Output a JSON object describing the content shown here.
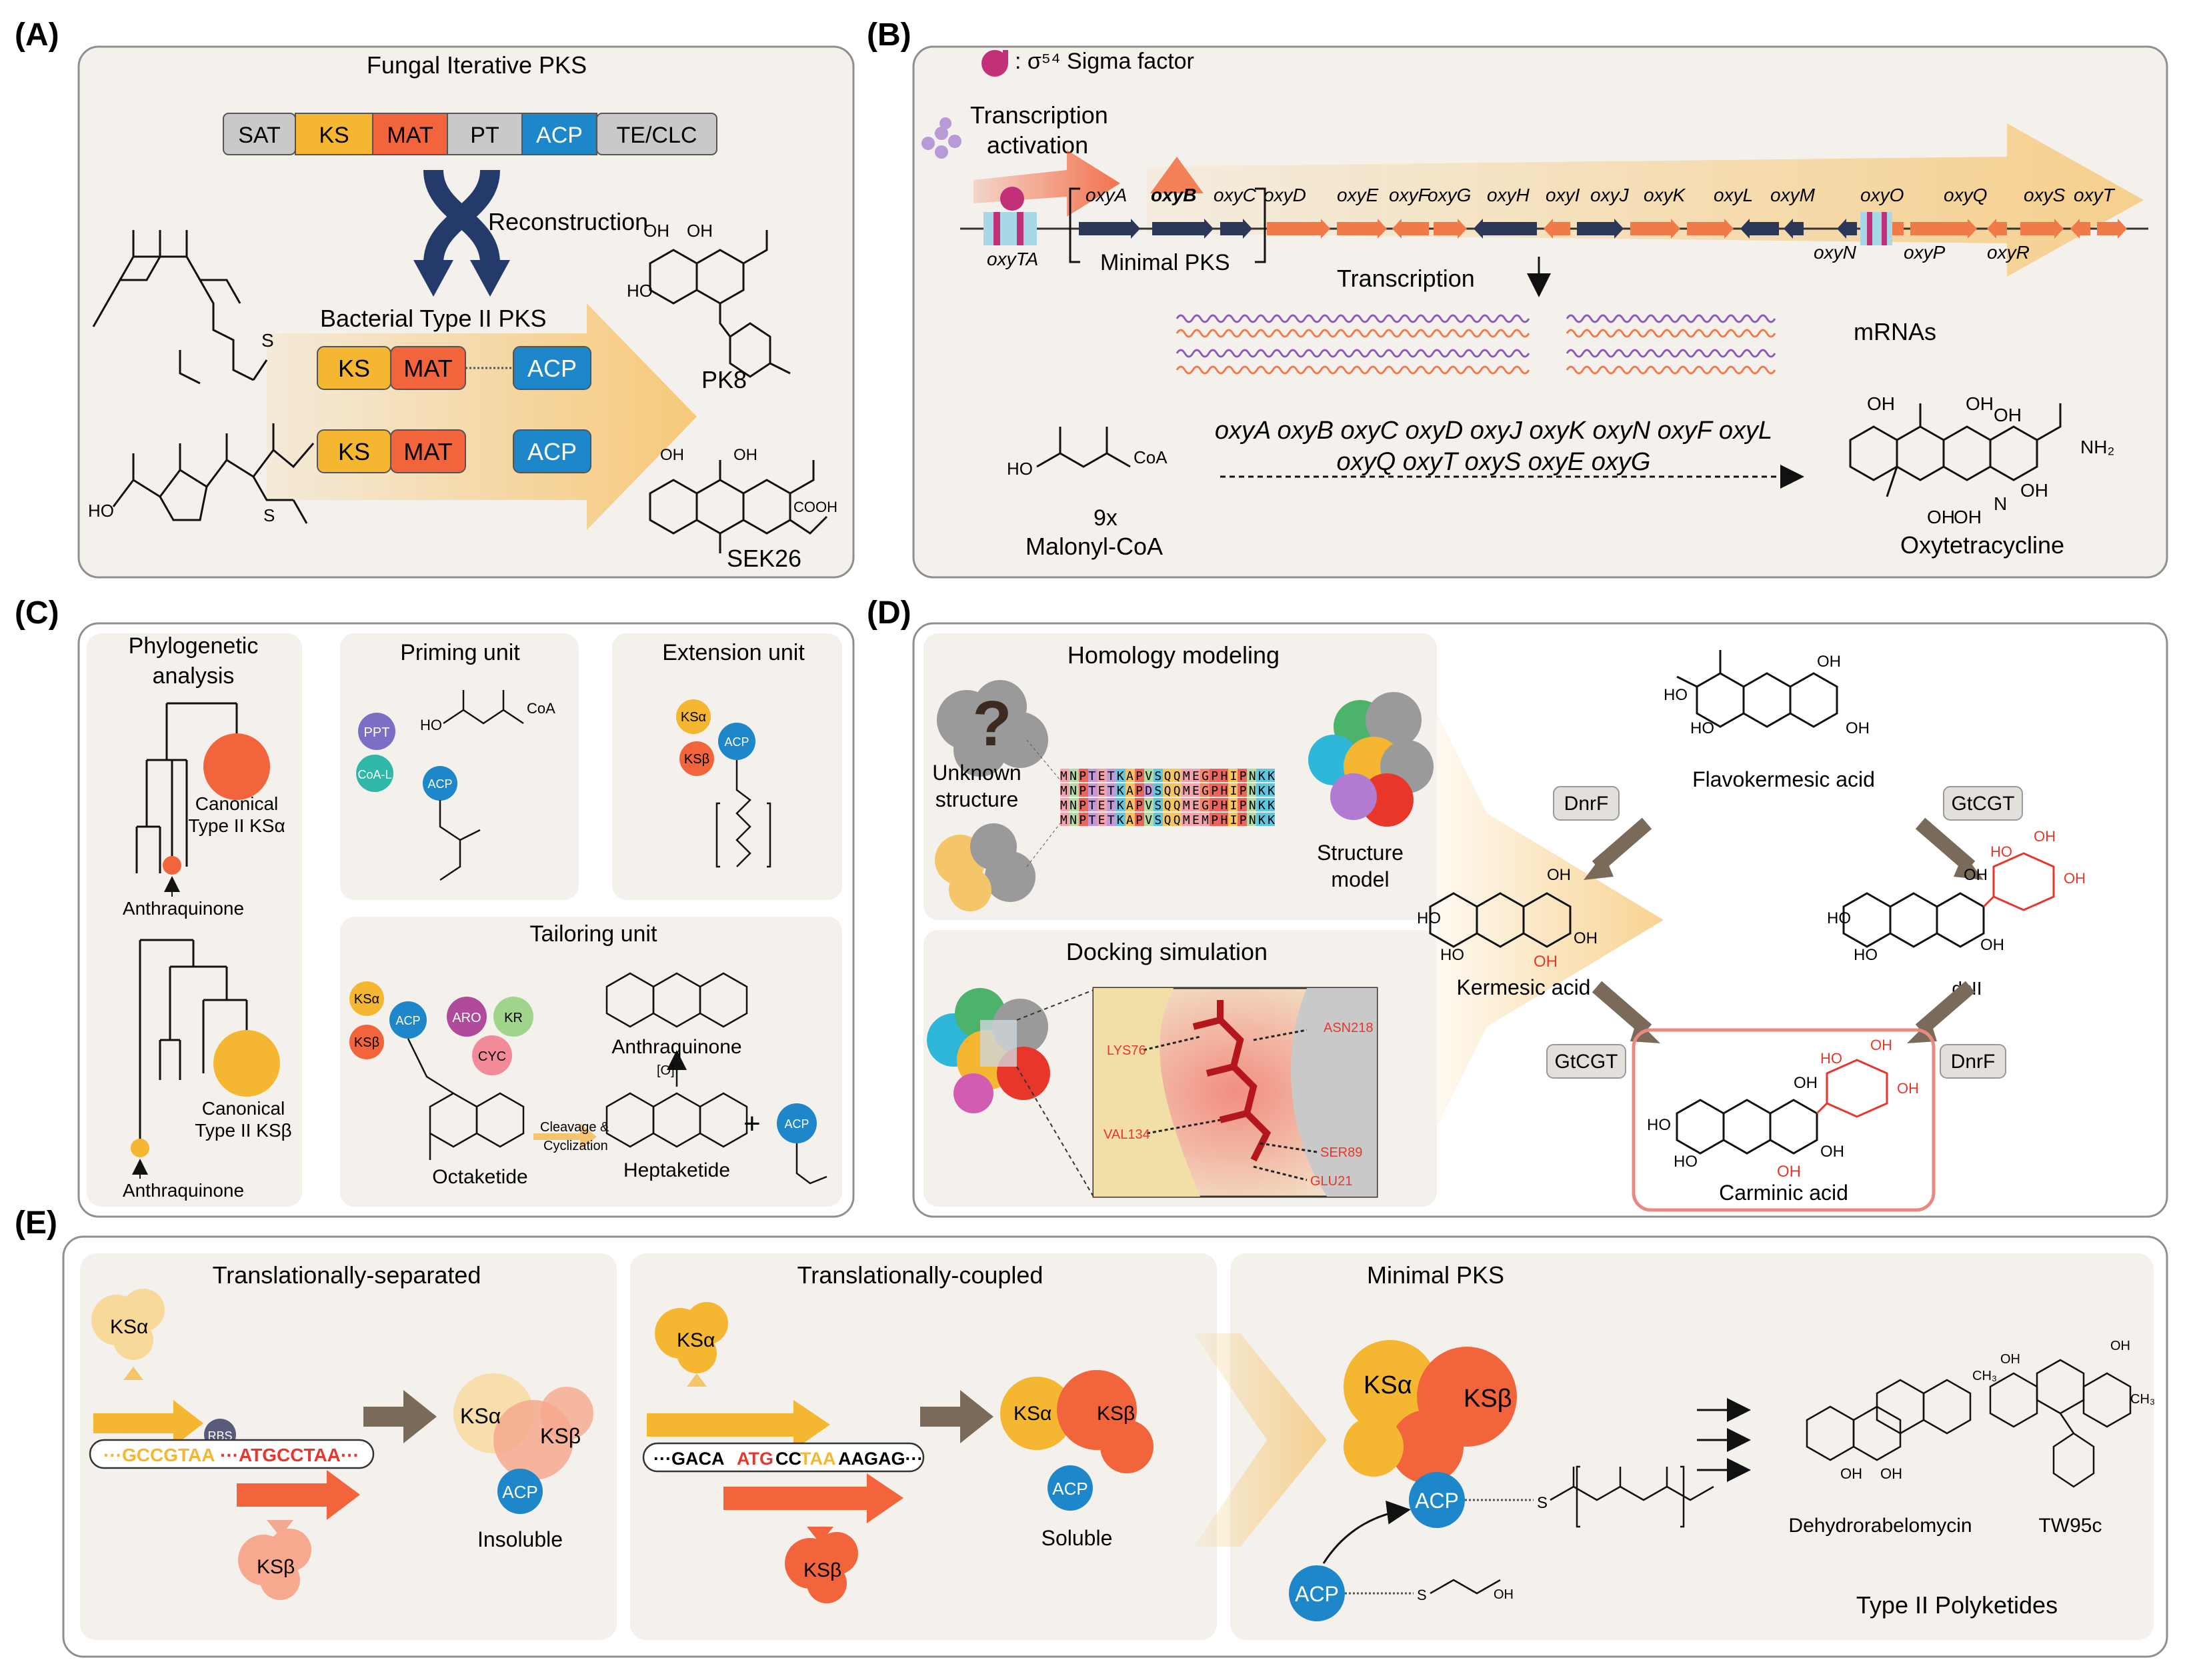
{
  "colors": {
    "panel_bg": "#f4f1ec",
    "panel_border": "#8f8f8f",
    "ks": "#f5b731",
    "mat": "#f2643c",
    "acp": "#1d87c9",
    "gray_domain": "#c9c9c9",
    "navy": "#233a6b",
    "orange_arrow": "#f6c46d",
    "red": "#e8362a",
    "gene_orange": "#f07a4a",
    "gene_navy": "#2b3658",
    "brown_arrow": "#7a6a5a",
    "purple": "#8a5bb8"
  },
  "panelA": {
    "letter": "(A)",
    "title": "Fungal Iterative PKS",
    "domains": [
      "SAT",
      "KS",
      "MAT",
      "PT",
      "ACP",
      "TE/CLC"
    ],
    "reconstruction": "Reconstruction",
    "bacterial": "Bacterial Type II PKS",
    "row1": [
      "KS",
      "MAT",
      "ACP"
    ],
    "row2": [
      "KS",
      "MAT",
      "ACP"
    ],
    "pk8": "PK8",
    "sek26": "SEK26",
    "cooh": "COOH",
    "oh": "OH",
    "ho": "HO",
    "s": "S"
  },
  "panelB": {
    "letter": "(B)",
    "sigma_legend": ": σ⁵⁴ Sigma factor",
    "transcription_activation_1": "Transcription",
    "transcription_activation_2": "activation",
    "genes_top": [
      "oxyA",
      "oxyB",
      "oxyC",
      "oxyD",
      "oxyE",
      "oxyF",
      "oxyG",
      "oxyH",
      "oxyI",
      "oxyJ",
      "oxyK",
      "oxyL",
      "oxyM",
      "oxyO",
      "oxyQ",
      "oxyS",
      "oxyT"
    ],
    "genes_bottom": [
      "oxyTA",
      "oxyN",
      "oxyP",
      "oxyR"
    ],
    "minimal_pks": "Minimal PKS",
    "transcription": "Transcription",
    "mrnas": "mRNAs",
    "gene_list_1": "oxyA oxyB oxyC oxyD oxyJ oxyK oxyN oxyF oxyL",
    "gene_list_2": "oxyQ oxyT oxyS oxyE oxyG",
    "substrate_count": "9x",
    "substrate": "Malonyl-CoA",
    "product": "Oxytetracycline",
    "coa": "CoA",
    "ho": "HO",
    "nh2": "NH₂",
    "oh": "OH",
    "h": "H",
    "n": "N"
  },
  "panelC": {
    "letter": "(C)",
    "phylo_title_1": "Phylogenetic",
    "phylo_title_2": "analysis",
    "canonical_a_1": "Canonical",
    "canonical_a_2": "Type II KSα",
    "canonical_b_1": "Canonical",
    "canonical_b_2": "Type II KSβ",
    "anthraquinone": "Anthraquinone",
    "priming": "Priming unit",
    "extension": "Extension unit",
    "tailoring": "Tailoring unit",
    "ppt": "PPT",
    "coal": "CoA-L",
    "acp": "ACP",
    "ksa": "KSα",
    "ksb": "KSβ",
    "aro": "ARO",
    "kr": "KR",
    "cyc": "CYC",
    "octaketide": "Octaketide",
    "heptaketide": "Heptaketide",
    "cleavage_1": "Cleavage &",
    "cleavage_2": "Cyclization",
    "anthraquinone_product": "Anthraquinone",
    "o_bracket": "[O]",
    "plus": "+",
    "ho": "HO",
    "s_coa": "CoA"
  },
  "panelD": {
    "letter": "(D)",
    "homology": "Homology modeling",
    "unknown_1": "Unknown",
    "unknown_2": "structure",
    "structure_model_1": "Structure",
    "structure_model_2": "model",
    "sequence_rows": [
      "MNPTETKAPVSQQMEGPHIPNKK",
      "MNPTETKAPDSQQMEGPHIPNKK",
      "MNPTETKAPVSQQMEGPHIPNKK",
      "MNPTETKAPVSQQMEMPHIPNKK"
    ],
    "docking": "Docking simulation",
    "residues": [
      "LYS76",
      "ASN218",
      "VAL134",
      "SER89",
      "GLU21"
    ],
    "flavokermesic": "Flavokermesic acid",
    "kermesic": "Kermesic acid",
    "dcii": "dcII",
    "carminic": "Carminic acid",
    "dnrf": "DnrF",
    "gtcgt": "GtCGT",
    "ho": "HO",
    "oh": "OH",
    "question": "?"
  },
  "panelE": {
    "letter": "(E)",
    "separated": "Translationally-separated",
    "coupled": "Translationally-coupled",
    "minimal": "Minimal PKS",
    "ksa": "KSα",
    "ksb": "KSβ",
    "acp": "ACP",
    "rbs": "RBS",
    "seq_sep_a": "···GCCGTAA",
    "seq_sep_b": "···ATGCCTAA···",
    "seq_cpl_a": "···GACA",
    "seq_cpl_b": "ATG",
    "seq_cpl_c": "CC",
    "seq_cpl_d": "TAA",
    "seq_cpl_e": "AAGAG···",
    "insoluble": "Insoluble",
    "soluble": "Soluble",
    "product1": "Dehydrorabelomycin",
    "product2": "TW95c",
    "type2": "Type II Polyketides",
    "s": "S",
    "oh": "OH",
    "ch3": "CH₃"
  }
}
